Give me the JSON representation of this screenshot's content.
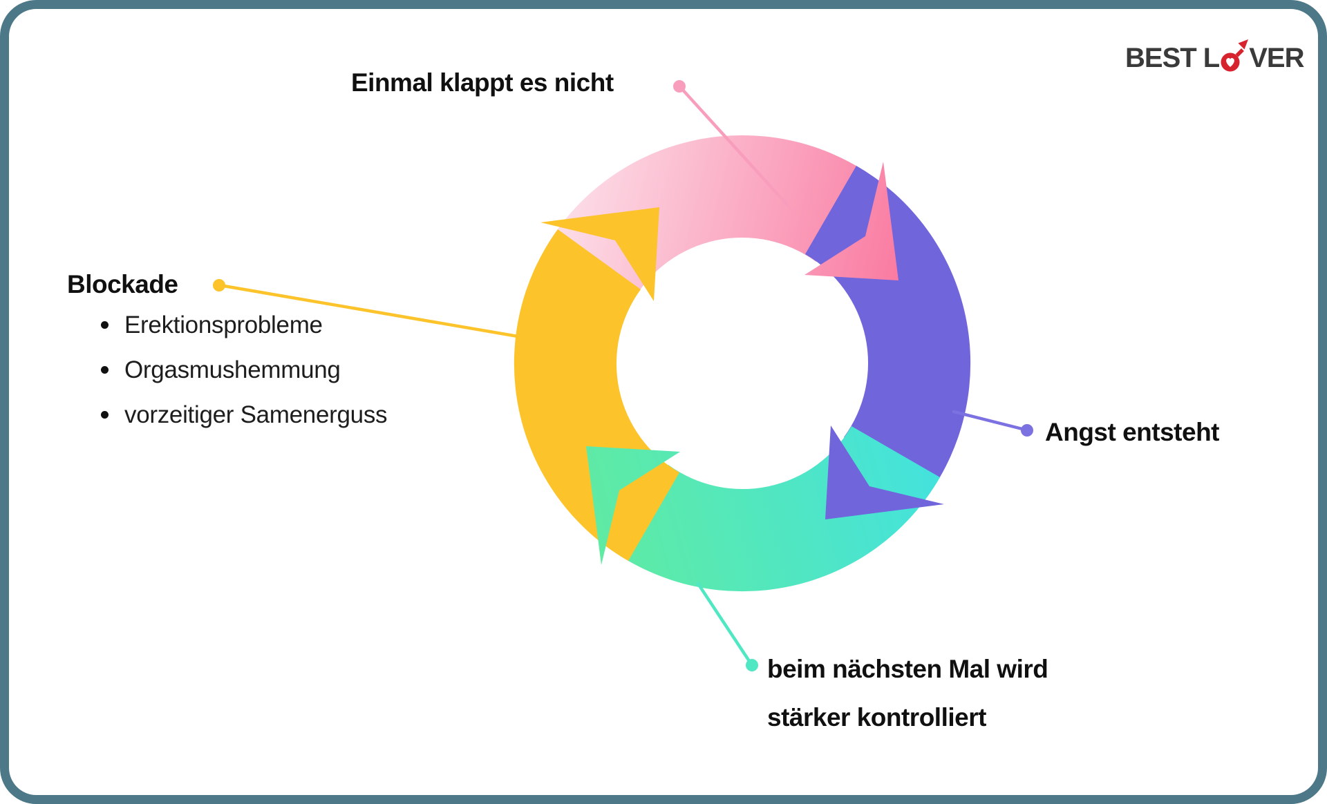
{
  "page": {
    "background": "#FFFFFF",
    "border_color": "#4C7888"
  },
  "logo": {
    "text_before": "BEST L",
    "text_after": "VER",
    "symbol": "male-gender-heart",
    "red": "#D6232E",
    "text_color": "#3A3A3A"
  },
  "cycle": {
    "description": "four-arrow clockwise cycle diagram",
    "steps": [
      {
        "position": "top",
        "label": "Einmal klappt es nicht",
        "arrow_color": "#FA78A0",
        "arrow_color_light": "#FCE3EB",
        "connector_color": "#F89EBC"
      },
      {
        "position": "right",
        "label": "Angst entsteht",
        "arrow_color": "#7165DB",
        "connector_color": "#7C71E1"
      },
      {
        "position": "bottom",
        "label_line1": "beim nächsten Mal wird",
        "label_line2": "stärker kontrolliert",
        "arrow_color_start": "#43E2DE",
        "arrow_color_end": "#60EBA2",
        "connector_color": "#4FE8C2"
      },
      {
        "position": "left",
        "label": "Blockade",
        "items": [
          "Erektionsprobleme",
          "Orgasmushemmung",
          "vorzeitiger Samenerguss"
        ],
        "arrow_color": "#FCC32B",
        "connector_color": "#FCC32B"
      }
    ]
  }
}
